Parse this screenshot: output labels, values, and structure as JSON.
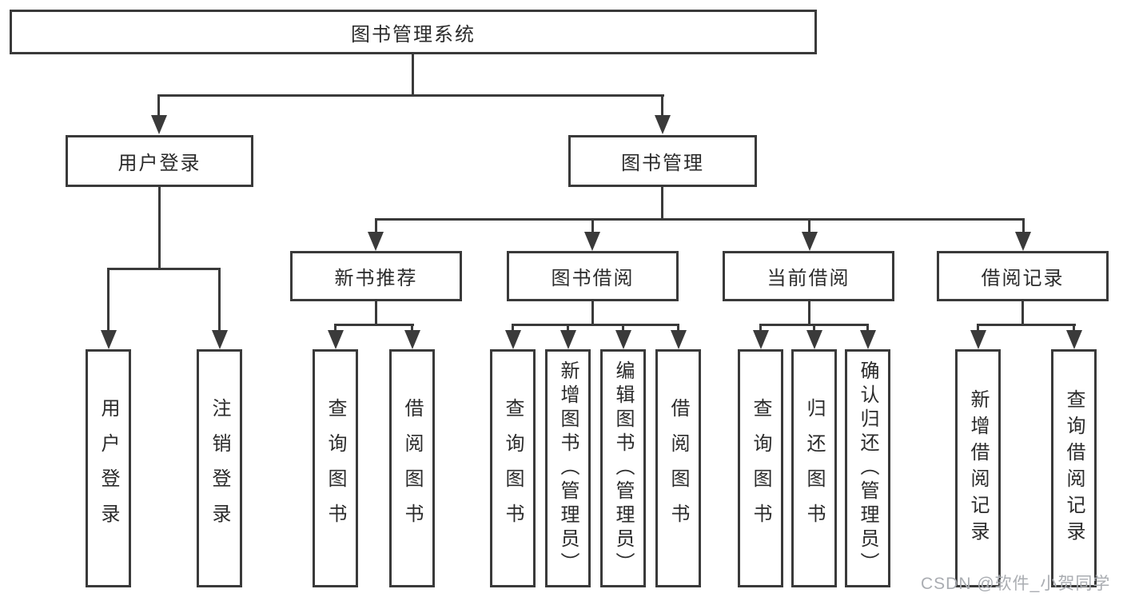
{
  "diagram": {
    "root": {
      "label": "图书管理系统"
    },
    "level2": [
      {
        "label": "用户登录"
      },
      {
        "label": "图书管理"
      }
    ],
    "level3": [
      {
        "label": "新书推荐"
      },
      {
        "label": "图书借阅"
      },
      {
        "label": "当前借阅"
      },
      {
        "label": "借阅记录"
      }
    ],
    "leaves": {
      "user_login": [
        "用户登录",
        "注销登录"
      ],
      "new_books": [
        "查询图书",
        "借阅图书"
      ],
      "book_borrowing": [
        "查询图书",
        "新增图书（管理员）",
        "编辑图书（管理员）",
        "借阅图书"
      ],
      "current_borrowing": [
        "查询图书",
        "归还图书",
        "确认归还（管理员）"
      ],
      "borrow_records": [
        "新增借阅记录",
        "查询借阅记录"
      ]
    }
  },
  "watermark": {
    "text": "CSDN @软件_小贺同学"
  },
  "colors": {
    "line": "#3a3a3a",
    "text": "#2b2b2b",
    "background": "#ffffff",
    "watermark": "#aaadb2"
  }
}
